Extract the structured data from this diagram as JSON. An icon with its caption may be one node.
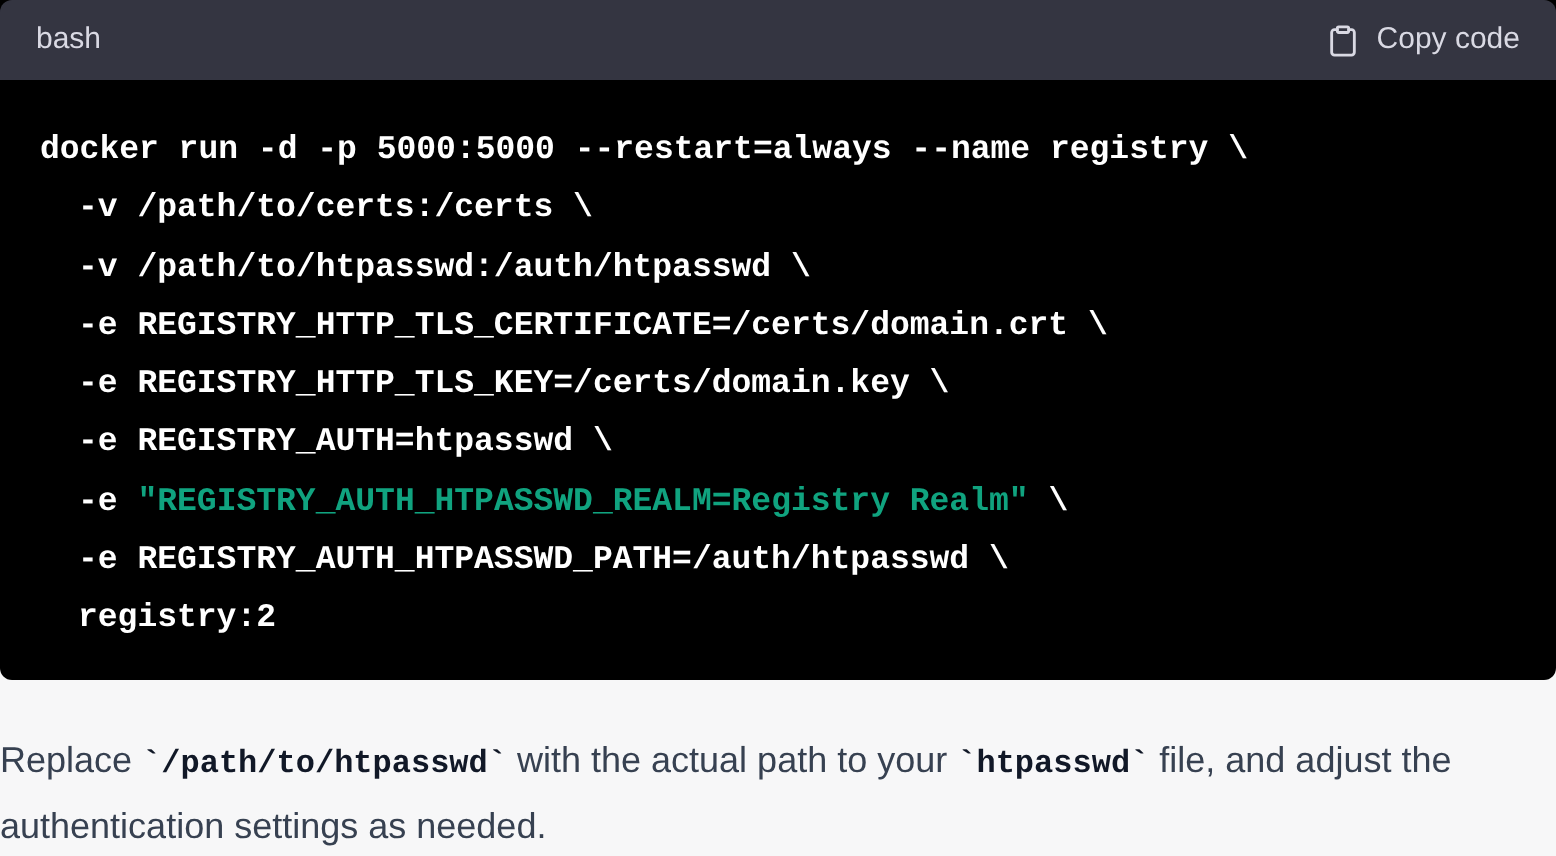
{
  "diagram": {
    "labels": [
      "bash",
      "Copy code",
      "docker run -d -p 5000:5000 --restart=always --name registry \\",
      "-v /path/to/certs:/certs \\",
      "-v /path/to/htpasswd:/auth/htpasswd \\",
      "-e REGISTRY_HTTP_TLS_CERTIFICATE=/certs/domain.crt \\",
      "-e REGISTRY_HTTP_TLS_KEY=/certs/domain.key \\",
      "-e REGISTRY_AUTH=htpasswd \\",
      "-e \"REGISTRY_AUTH_HTPASSWD_REALM=Registry Realm\" \\",
      "-e REGISTRY_AUTH_HTPASSWD_PATH=/auth/htpasswd \\",
      "registry:2",
      "Replace `/path/to/htpasswd` with the actual path to your `htpasswd` file, and adjust the authentication settings as needed."
    ]
  }
}
